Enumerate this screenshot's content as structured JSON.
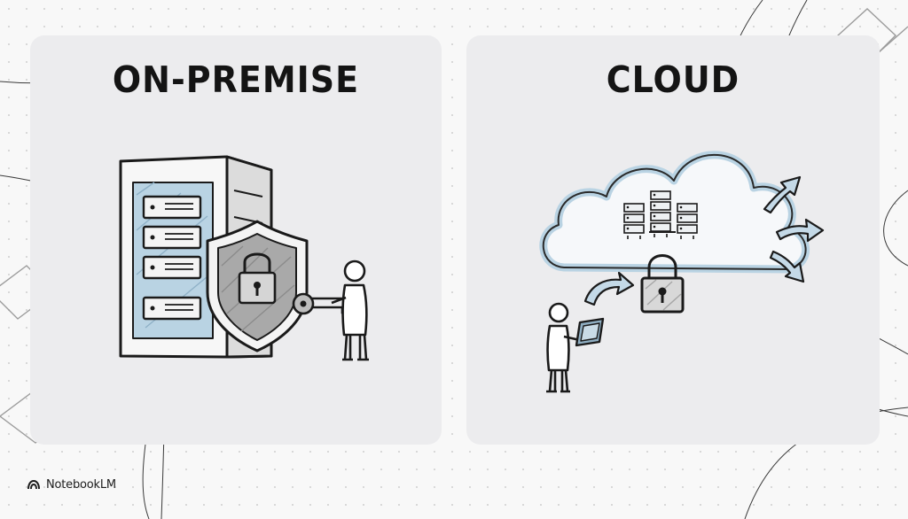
{
  "panels": {
    "left": {
      "title": "ON-PREMISE"
    },
    "right": {
      "title": "CLOUD"
    }
  },
  "brand": {
    "name": "NotebookLM",
    "icon": "notebooklm-logo-icon"
  },
  "colors": {
    "background": "#f8f8f8",
    "panel": "#ececee",
    "ink": "#1a1a1a",
    "accent_blue": "#b9d3e3",
    "shield_gray": "#a9a9a9"
  }
}
